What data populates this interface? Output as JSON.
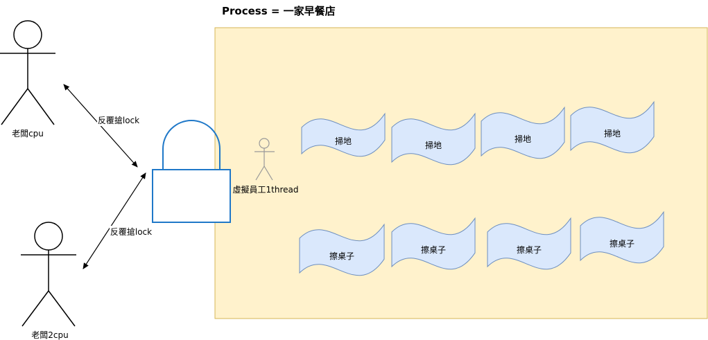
{
  "title": "Process = 一家早餐店",
  "actors": [
    {
      "label": "老闆cpu"
    },
    {
      "label": "老闆2cpu"
    }
  ],
  "arrows": [
    {
      "label": "反覆搶lock"
    },
    {
      "label": "反覆搶lock"
    }
  ],
  "worker": {
    "label": "虛擬員工1thread"
  },
  "tasks_row1": [
    "掃地",
    "掃地",
    "掃地",
    "掃地"
  ],
  "tasks_row2": [
    "擦桌子",
    "擦桌子",
    "擦桌子",
    "擦桌子"
  ],
  "colors": {
    "process_fill": "#fff2cc",
    "process_stroke": "#d6b656",
    "task_fill": "#dae8fc",
    "task_stroke": "#6c8ebf",
    "lock_stroke": "#1f78c8",
    "worker_stroke": "#999999"
  }
}
